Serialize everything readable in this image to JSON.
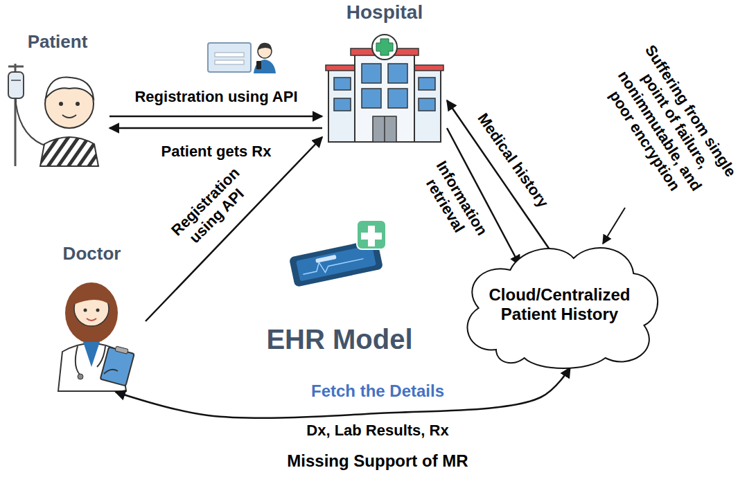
{
  "diagram": {
    "title": "EHR Model",
    "nodes": [
      {
        "text": [
          "Patient"
        ]
      },
      {
        "text": [
          "Hospital"
        ]
      },
      {
        "text": [
          "Doctor"
        ]
      },
      {
        "text": [
          "Cloud/Centralized Patient History"
        ]
      }
    ],
    "edges": [
      {
        "from": 0,
        "to": 1,
        "label": "Registration using API",
        "arrow": "to"
      },
      {
        "from": 1,
        "to": 0,
        "label": "Patient gets Rx",
        "arrow": "to"
      },
      {
        "from": 2,
        "to": 1,
        "label": "Registration using API",
        "arrow": "to"
      },
      {
        "from": 1,
        "to": 3,
        "label": "Information retrieval",
        "arrow": "to"
      },
      {
        "from": 3,
        "to": 1,
        "label": "Medical history",
        "arrow": "to"
      },
      {
        "from": 2,
        "to": 3,
        "label": "Fetch the Details",
        "arrow": "both"
      }
    ],
    "labels": [
      "Dx, Lab Results, Rx",
      "Missing Support of MR",
      "Suffering from single point of failure, nonimmutable, and poor encryption"
    ]
  }
}
